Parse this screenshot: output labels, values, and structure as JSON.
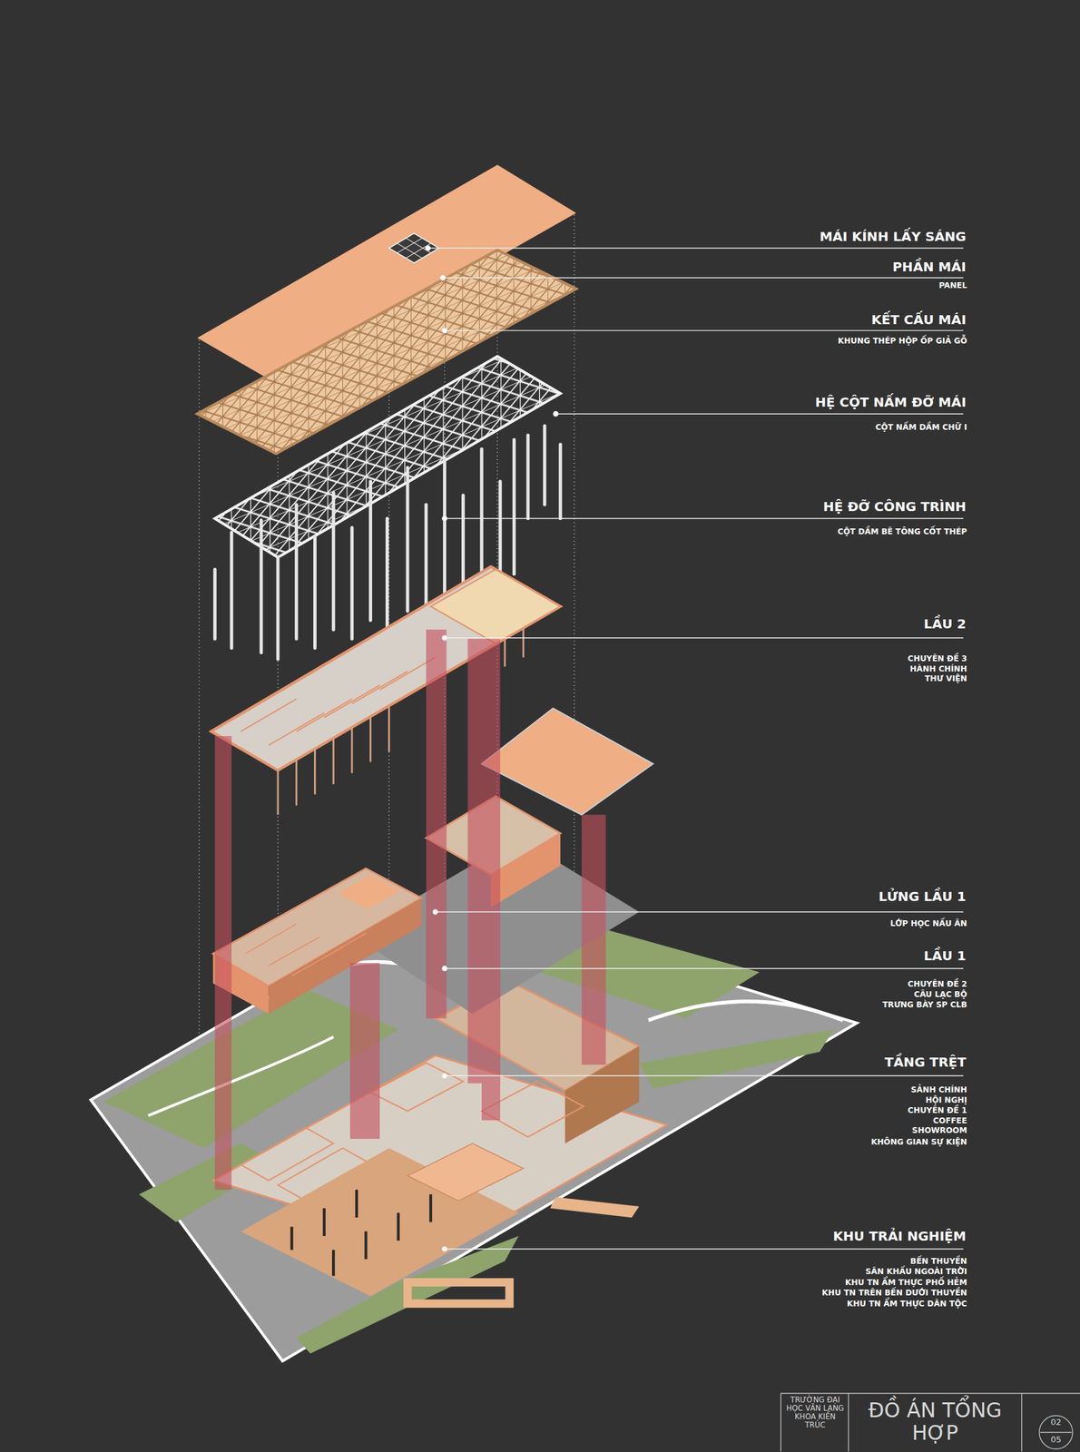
{
  "diagram": {
    "labels": [
      "MÁI KÍNH LẤY SÁNG",
      "PHẦN MÁI",
      "PANEL",
      "KẾT CẤU MÁI",
      "KHUNG THÉP HỘP ỐP GIẢ GỖ",
      "HỆ CỘT NẤM ĐỠ MÁI",
      "CỘT NẤM DẦM CHỮ I",
      "HỆ ĐỠ CÔNG TRÌNH",
      "CỘT DẦM BÊ TÔNG CỐT THÉP",
      "LẦU 2",
      "CHUYÊN ĐỀ 3",
      "HÀNH CHÍNH",
      "THƯ VIỆN",
      "LỬNG LẦU 1",
      "LỚP HỌC NẤU ĂN",
      "LẦU 1",
      "CHUYÊN ĐỀ 2",
      "CÂU LẠC BỘ",
      "TRƯNG BÀY SP CLB",
      "TẦNG TRỆT",
      "SẢNH CHÍNH",
      "HỘI NGHỊ",
      "CHUYÊN ĐỀ 1",
      "COFFEE",
      "SHOWROOM",
      "KHÔNG GIAN SỰ KIỆN",
      "KHU TRẢI NGHIỆM",
      "BẾN THUYỀN",
      "SÂN KHẤU NGOÀI TRỜI",
      "KHU TN ẨM THỰC PHỐ HẺM",
      "KHU TN TRÊN BẾN DƯỚI THUYỀN",
      "KHU TN ẨM THỰC DÂN TỘC",
      "TRƯỜNG ĐẠI HỌC VĂN LANG KHOA KIẾN TRÚC",
      "ĐỒ ÁN TỔNG HỢP",
      "02",
      "05"
    ]
  }
}
